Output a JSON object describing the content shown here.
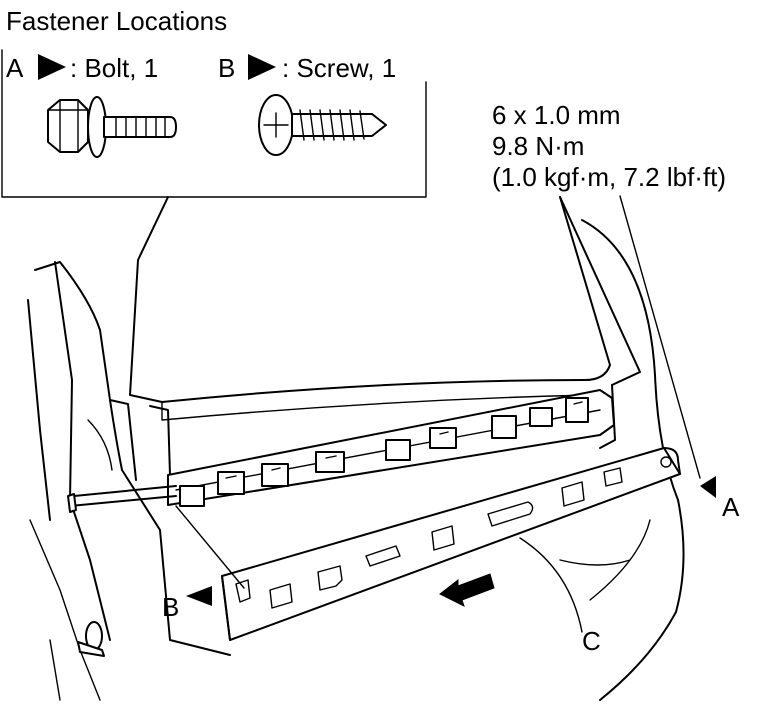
{
  "legend": {
    "title": "Fastener Locations",
    "items": [
      {
        "letter": "A",
        "marker": "right-triangle-marker",
        "text": ": Bolt, 1"
      },
      {
        "letter": "B",
        "marker": "right-triangle-marker",
        "text": ": Screw, 1"
      }
    ]
  },
  "spec": {
    "line1": "6 x 1.0 mm",
    "line2": "9.8 N·m",
    "line3": "(1.0 kgf·m, 7.2 lbf·ft)"
  },
  "callouts": {
    "a": "A",
    "b": "B",
    "c": "C"
  },
  "icons": [
    "bolt-icon",
    "screw-icon",
    "direction-arrow-icon"
  ]
}
